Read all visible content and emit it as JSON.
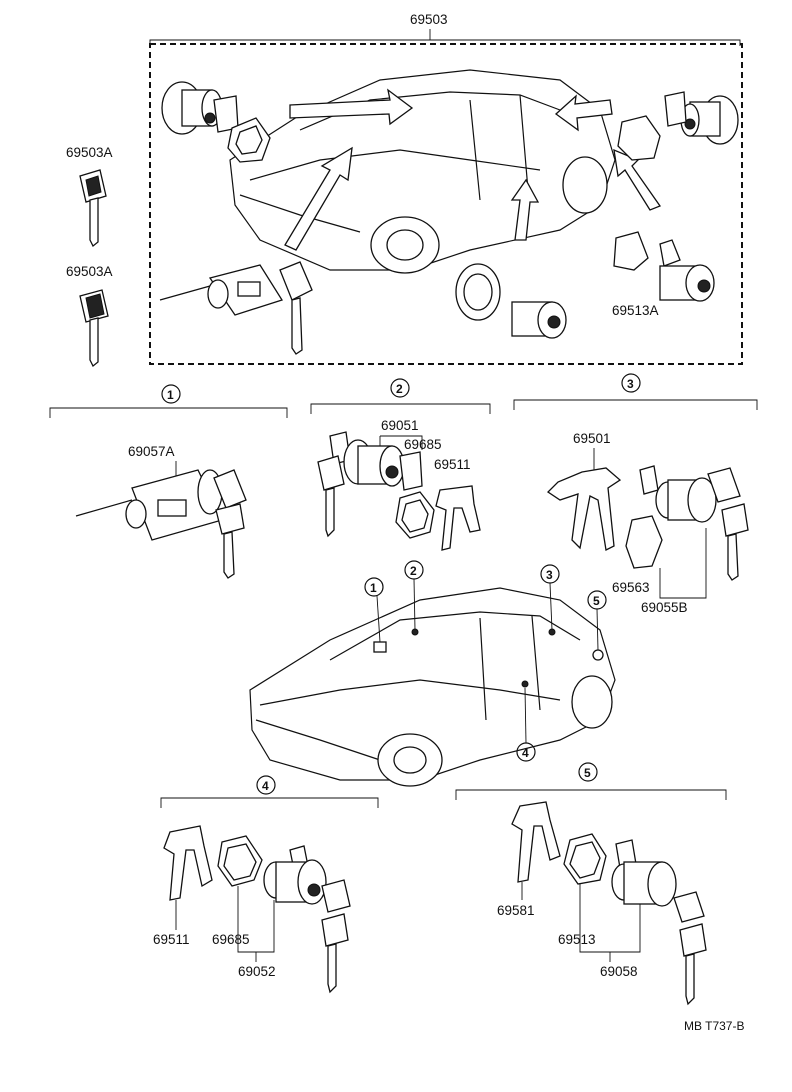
{
  "title_part": "69503",
  "key_parts": [
    "69503A",
    "69503A"
  ],
  "top_parts": {
    "door_cylinder_right": "69513A"
  },
  "sections": [
    {
      "number": "1",
      "parts": [
        "69057A"
      ]
    },
    {
      "number": "2",
      "parts": [
        "69051",
        "69685",
        "69511"
      ]
    },
    {
      "number": "3",
      "parts": [
        "69501",
        "69563",
        "69055B"
      ]
    },
    {
      "number": "4",
      "parts": [
        "69511",
        "69685",
        "69052"
      ]
    },
    {
      "number": "5",
      "parts": [
        "69581",
        "69513",
        "69058"
      ]
    }
  ],
  "car_markers": [
    "1",
    "2",
    "3",
    "4",
    "5"
  ],
  "footer_code": "MB  T737-B"
}
